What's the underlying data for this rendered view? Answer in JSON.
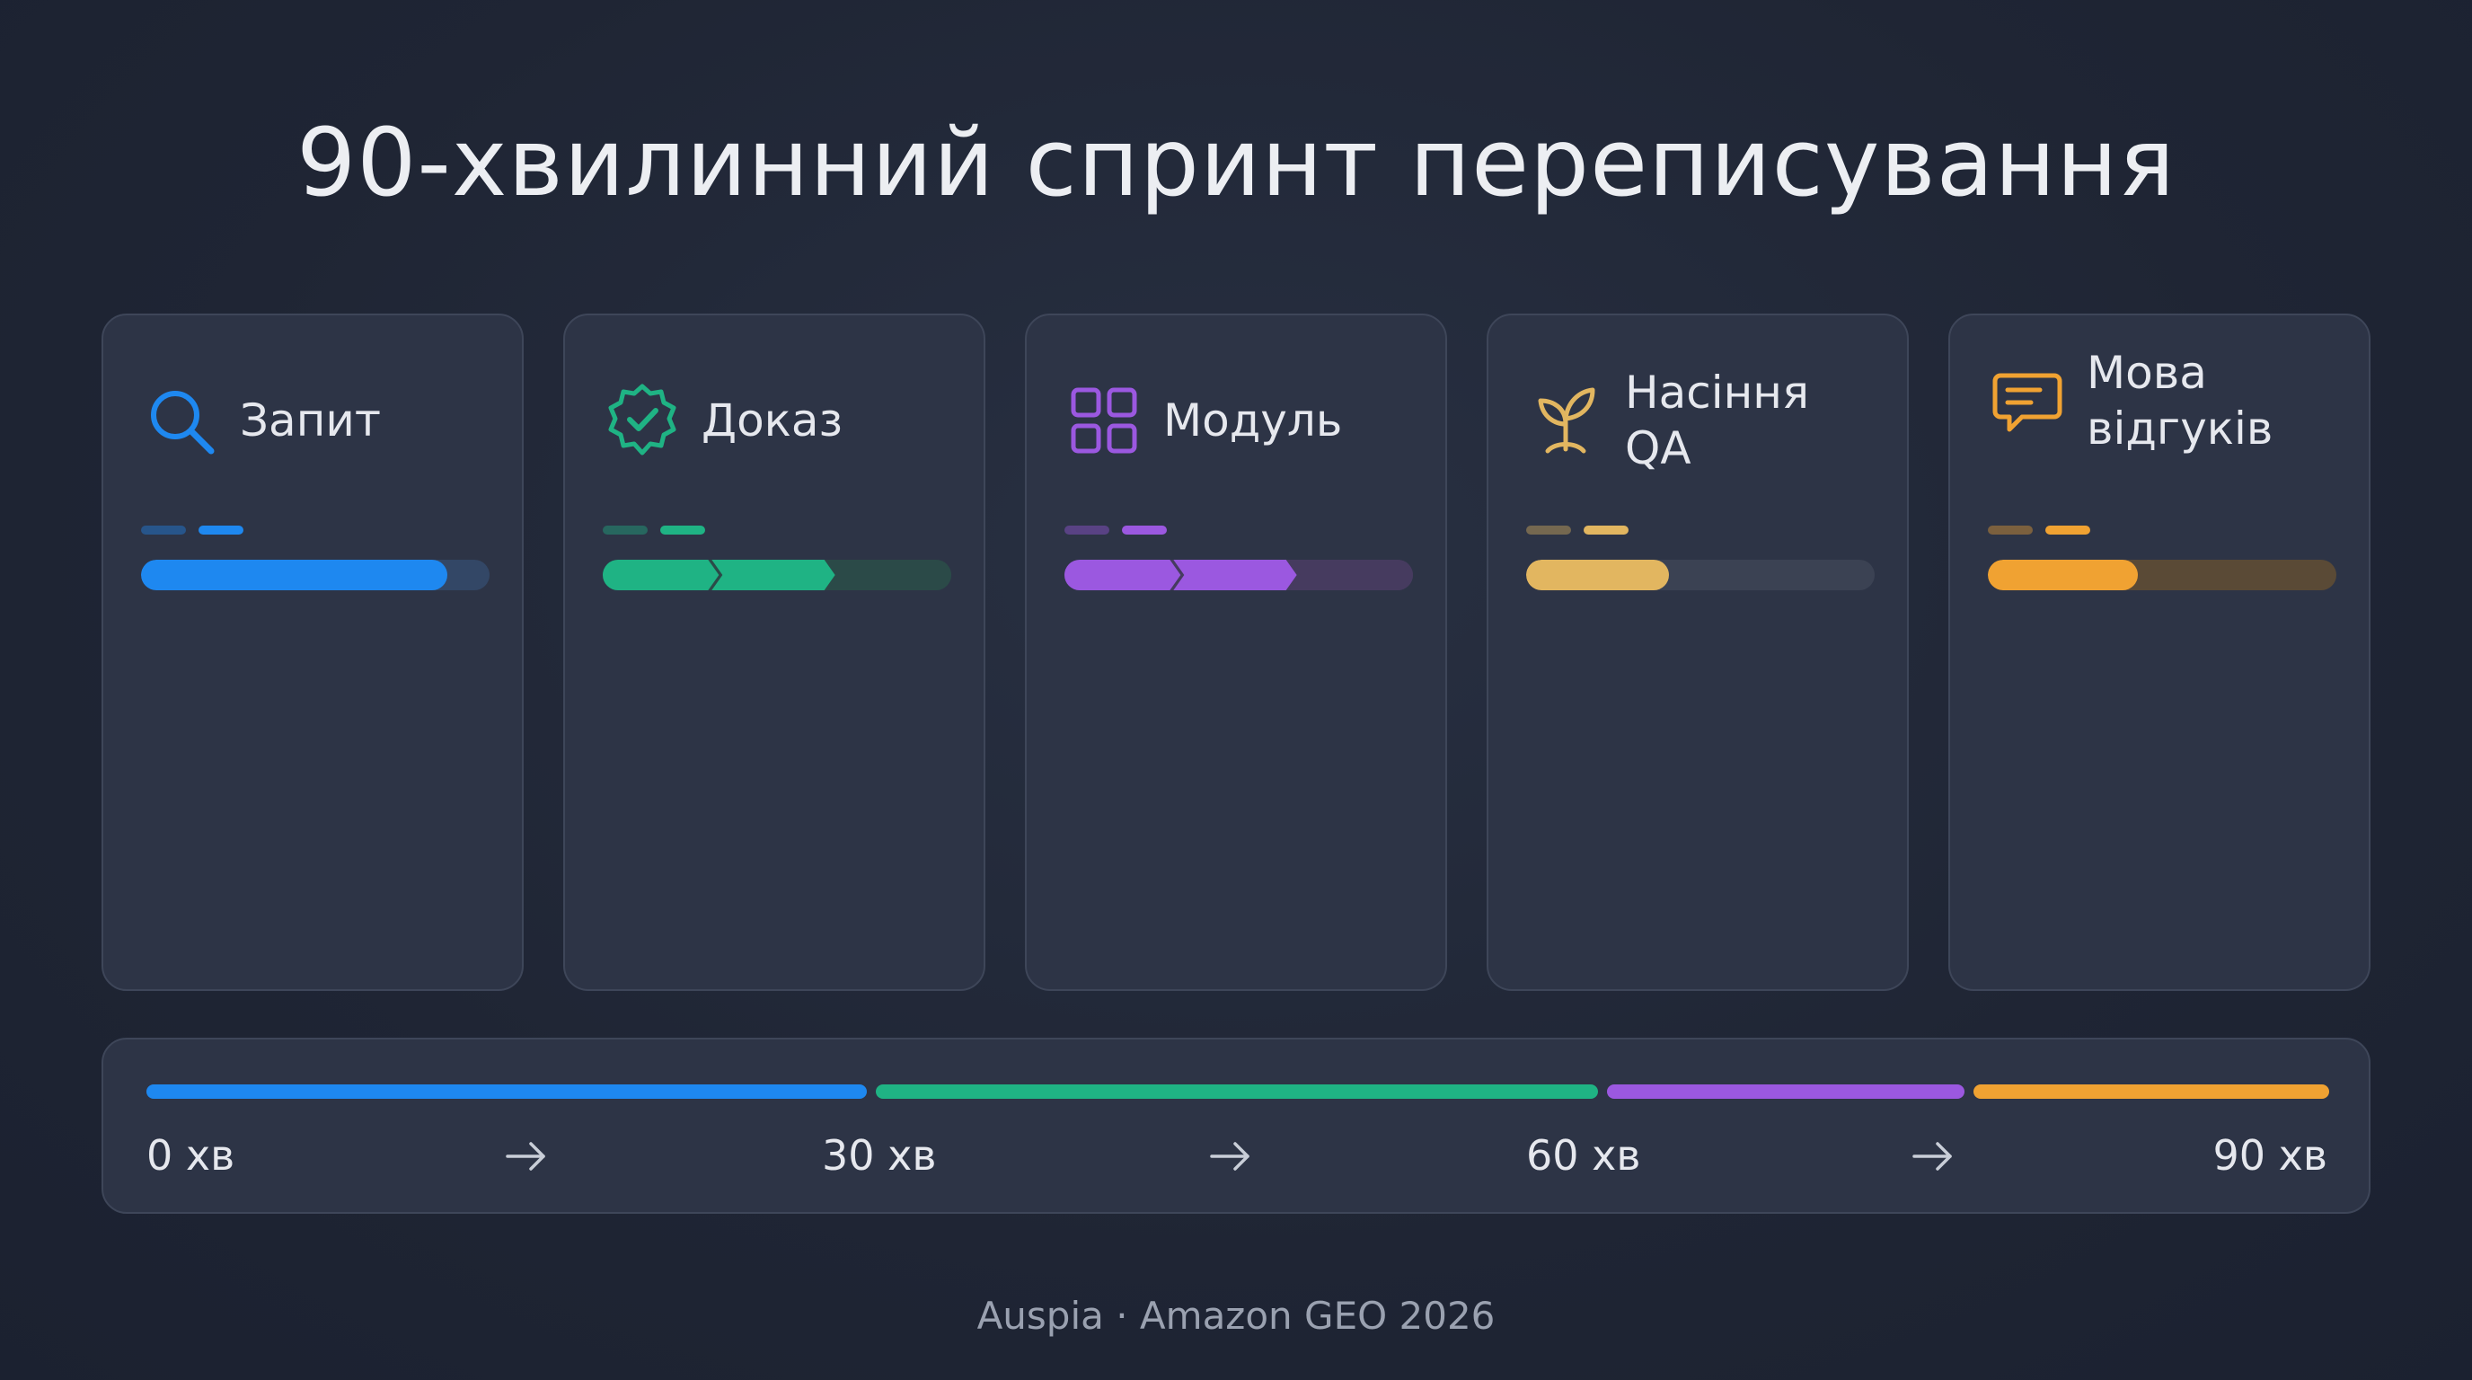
{
  "title": "90-хвилинний спринт переписування",
  "cards": [
    {
      "label": "Запит",
      "icon": "search-icon",
      "color": "#1e88f0",
      "track": "#334766",
      "progress": 0.88,
      "segments": 1
    },
    {
      "label": "Доказ",
      "icon": "verified-badge-icon",
      "color": "#1fb384",
      "track": "#2b4a48",
      "progress": 0.67,
      "segments": 3
    },
    {
      "label": "Модуль",
      "icon": "grid-icon",
      "color": "#9b58e0",
      "track": "#463b5f",
      "progress": 0.67,
      "segments": 3
    },
    {
      "label": "Насіння QA",
      "icon": "sprout-icon",
      "color": "#e2b660",
      "track": "#3b4253",
      "progress": 0.41,
      "segments": 1
    },
    {
      "label": "Мова відгуків",
      "icon": "chat-icon",
      "color": "#f0a232",
      "track": "#5a4a36",
      "progress": 0.43,
      "segments": 1
    }
  ],
  "timeline": {
    "labels": [
      "0 хв",
      "30 хв",
      "60 хв",
      "90 хв"
    ],
    "segments": [
      {
        "from": 0,
        "to": 30,
        "color": "#1e88f0"
      },
      {
        "from": 30,
        "to": 60,
        "color": "#1fb384"
      },
      {
        "from": 60,
        "to": 75,
        "color": "#9b58e0"
      },
      {
        "from": 75,
        "to": 90,
        "color": "#f0a232"
      }
    ]
  },
  "footer": "Auspia · Amazon GEO 2026"
}
